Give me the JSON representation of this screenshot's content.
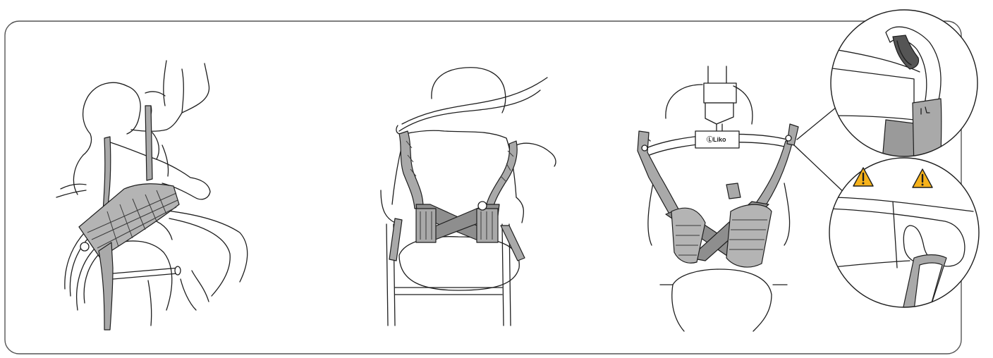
{
  "panels": [
    {
      "id": "step-1"
    },
    {
      "id": "step-2"
    },
    {
      "id": "step-3"
    }
  ],
  "spreader_bar": {
    "brand_label": "ⓁLiko"
  },
  "detail_insets": [
    {
      "id": "hook-clip-detail"
    },
    {
      "id": "hook-strap-detail",
      "warnings": 2
    }
  ],
  "colors": {
    "frame": "#555555",
    "line": "#1e1e1e",
    "strap": "#a9a9a9",
    "warning": "#f6b21a"
  },
  "icons": [
    "warning-triangle-icon",
    "warning-triangle-icon"
  ]
}
